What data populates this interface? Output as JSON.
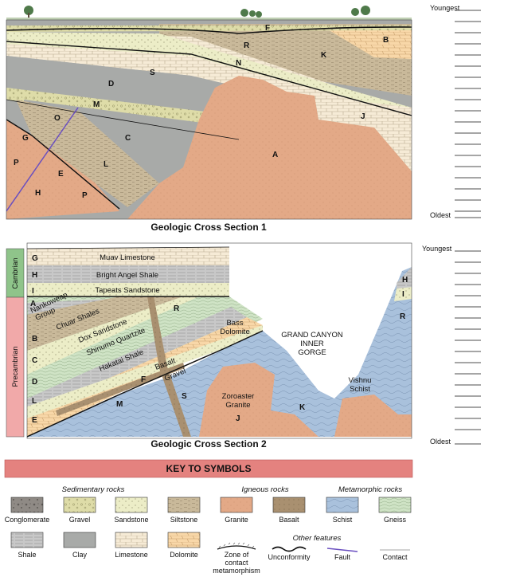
{
  "section1": {
    "title": "Geologic Cross Section 1",
    "labels": {
      "A": "A",
      "B": "B",
      "C": "C",
      "D": "D",
      "E": "E",
      "F": "F",
      "G": "G",
      "H": "H",
      "J": "J",
      "K": "K",
      "L": "L",
      "M": "M",
      "N": "N",
      "O": "O",
      "P1": "P",
      "P2": "P",
      "R": "R",
      "S": "S"
    },
    "youngest": "Youngest",
    "oldest": "Oldest"
  },
  "section2": {
    "title": "Geologic Cross Section 2",
    "eras": {
      "cambrian": "Cambrian",
      "precambrian": "Precambrian"
    },
    "units": {
      "muav": "Muav Limestone",
      "bright": "Bright Angel Shale",
      "tapeats": "Tapeats Sandstone",
      "nankoweap1": "Nankoweap",
      "nankoweap2": "Group",
      "chuar": "Chuar Shales",
      "dox": "Dox Sandstone",
      "shinumo": "Shinumo Quartzite",
      "hakatai": "Hakatai Shale",
      "basalt": "Basalt",
      "gravel": "Gravel",
      "bass1": "Bass",
      "bass2": "Dolomite",
      "gorge1": "GRAND CANYON",
      "gorge2": "INNER",
      "gorge3": "GORGE",
      "zoro1": "Zoroaster",
      "zoro2": "Granite",
      "vishnu1": "Vishnu",
      "vishnu2": "Schist"
    },
    "labels": {
      "G": "G",
      "H": "H",
      "I": "I",
      "A": "A",
      "B": "B",
      "C": "C",
      "D": "D",
      "L": "L",
      "E": "E",
      "F": "F",
      "M": "M",
      "R": "R",
      "S": "S",
      "J": "J",
      "K": "K",
      "H2": "H",
      "I2": "I",
      "R2": "R"
    },
    "youngest": "Youngest",
    "oldest": "Oldest"
  },
  "key": {
    "title": "KEY TO SYMBOLS",
    "sedimentary": "Sedimentary rocks",
    "igneous": "Igneous rocks",
    "metamorphic": "Metamorphic rocks",
    "other": "Other features",
    "row1": [
      "Conglomerate",
      "Gravel",
      "Sandstone",
      "Siltstone",
      "Granite",
      "Basalt",
      "Schist",
      "Gneiss"
    ],
    "row2": [
      "Shale",
      "Clay",
      "Limestone",
      "Dolomite"
    ],
    "zone1": "Zone of",
    "zone2": "contact",
    "zone3": "metamorphism",
    "unconformity": "Unconformity",
    "fault": "Fault",
    "contact": "Contact"
  },
  "colors": {
    "granite": "#e3a987",
    "basalt": "#a99070",
    "schist": "#a9c1dc",
    "gneiss": "#cfe3c5",
    "shale": "#c8c8c8",
    "clay": "#a8aaa8",
    "limestone": "#f6ebd6",
    "dolomite": "#f8d7a8",
    "sandstone": "#ecedc7",
    "gravel": "#dedca8",
    "siltstone": "#c9b99a",
    "conglomerate": "#8f8a85",
    "cambrian": "#8fc48a",
    "precambrian": "#f1a9a9",
    "keybar": "#e4827f",
    "fault": "#6a4fc0"
  }
}
